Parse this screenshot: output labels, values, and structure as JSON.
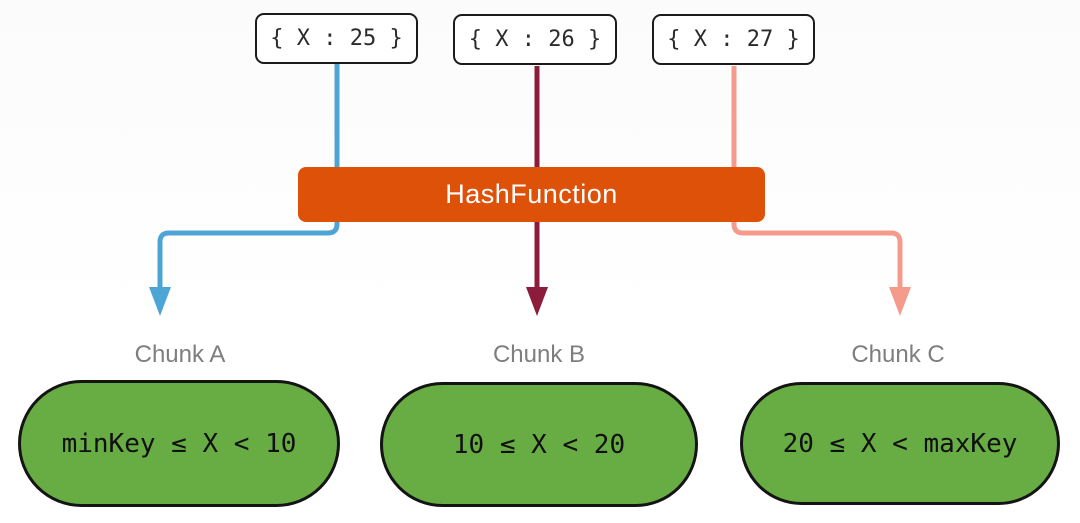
{
  "documents": [
    {
      "label": "{ X : 25 }"
    },
    {
      "label": "{ X : 26 }"
    },
    {
      "label": "{ X : 27 }"
    }
  ],
  "hash_function": {
    "label": "HashFunction",
    "fill": "#DE5108",
    "text_color": "#FFFFFF"
  },
  "connectors": [
    {
      "name": "doc-25-to-chunk-a",
      "color": "#4DA5D6"
    },
    {
      "name": "doc-26-to-chunk-b",
      "color": "#8C1C3C"
    },
    {
      "name": "doc-27-to-chunk-c",
      "color": "#F59B8C"
    }
  ],
  "chunks": [
    {
      "title": "Chunk A",
      "range": "minKey ≤ X < 10"
    },
    {
      "title": "Chunk B",
      "range": "10 ≤ X < 20"
    },
    {
      "title": "Chunk C",
      "range": "20 ≤ X < maxKey"
    }
  ],
  "chunk_style": {
    "fill": "#68AC44",
    "border": "#141414",
    "title_color": "#7E7E7E"
  }
}
